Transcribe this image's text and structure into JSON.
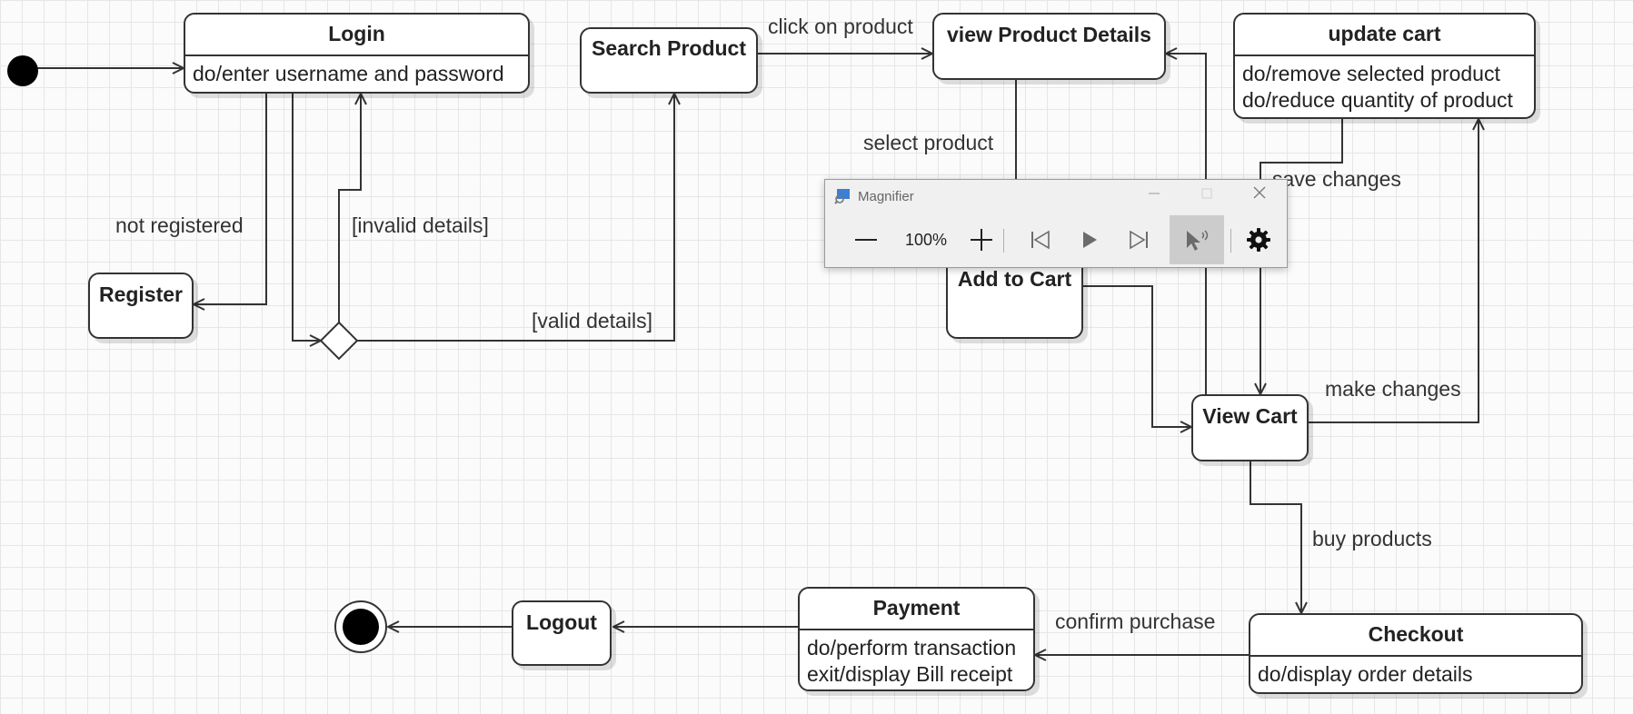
{
  "diagram": {
    "states": {
      "login": {
        "name": "Login",
        "activity": "do/enter username and password"
      },
      "register": {
        "name": "Register"
      },
      "search_product": {
        "name": "Search Product"
      },
      "view_product_details": {
        "name": "view Product Details"
      },
      "update_cart": {
        "name": "update cart",
        "activities": [
          "do/remove selected product",
          "do/reduce quantity of product"
        ]
      },
      "add_to_cart": {
        "name": "Add to Cart"
      },
      "view_cart": {
        "name": "View Cart"
      },
      "checkout": {
        "name": "Checkout",
        "activity": "do/display order details"
      },
      "payment": {
        "name": "Payment",
        "activities": [
          "do/perform transaction",
          "exit/display Bill receipt"
        ]
      },
      "logout": {
        "name": "Logout"
      }
    },
    "labels": {
      "click_on_product": "click on product",
      "select_product": "select product",
      "not_registered": "not registered",
      "invalid_details": "[invalid details]",
      "valid_details": "[valid details]",
      "save_changes": "save changes",
      "make_changes": "make changes",
      "buy_products": "buy products",
      "confirm_purchase": "confirm purchase"
    }
  },
  "magnifier": {
    "title": "Magnifier",
    "zoom": "100%",
    "colors": {
      "toggle_active": "#cccccc",
      "icon": "#6b6b6b"
    },
    "icons": [
      "minimize-icon",
      "maximize-icon",
      "close-icon",
      "zoom-out-icon",
      "zoom-in-icon",
      "skip-back-icon",
      "play-icon",
      "skip-forward-icon",
      "read-from-pointer-icon",
      "gear-icon"
    ]
  }
}
